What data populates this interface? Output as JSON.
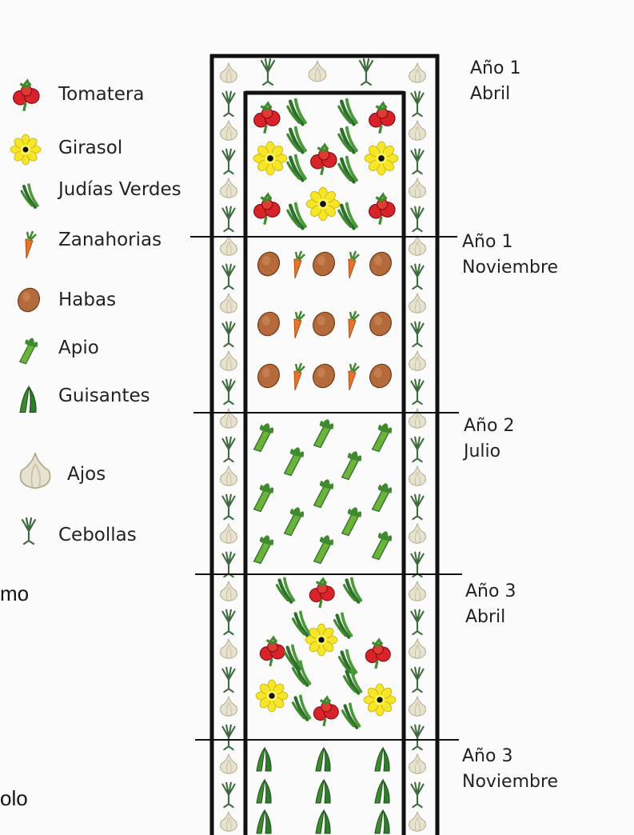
{
  "legend": [
    {
      "id": "tomato",
      "label": "Tomatera"
    },
    {
      "id": "sunflower",
      "label": "Girasol"
    },
    {
      "id": "bean",
      "label": "Judías Verdes"
    },
    {
      "id": "carrot",
      "label": "Zanahorias"
    },
    {
      "id": "fava",
      "label": "Habas"
    },
    {
      "id": "celery",
      "label": "Apio"
    },
    {
      "id": "pea",
      "label": "Guisantes"
    },
    {
      "id": "garlic",
      "label": "Ajos"
    },
    {
      "id": "onion",
      "label": "Cebollas"
    }
  ],
  "periods": [
    {
      "line1": "Año 1",
      "line2": "Abril"
    },
    {
      "line1": "Año 1",
      "line2": "Noviembre"
    },
    {
      "line1": "Año 2",
      "line2": "Julio"
    },
    {
      "line1": "Año 3",
      "line2": "Abril"
    },
    {
      "line1": "Año 3",
      "line2": "Noviembre"
    }
  ],
  "edge_text": {
    "a": "mo",
    "b": "olo"
  },
  "colors": {
    "tomato": "#d8232a",
    "leaf": "#3f8a2e",
    "sunflower": "#f6e62a",
    "carrot": "#e8742c",
    "fava": "#b46a3a",
    "celery": "#6cb33a",
    "pea": "#2f7d2c",
    "garlic": "#e7e2cf",
    "onion": "#3e6b3e",
    "line": "#111111"
  }
}
